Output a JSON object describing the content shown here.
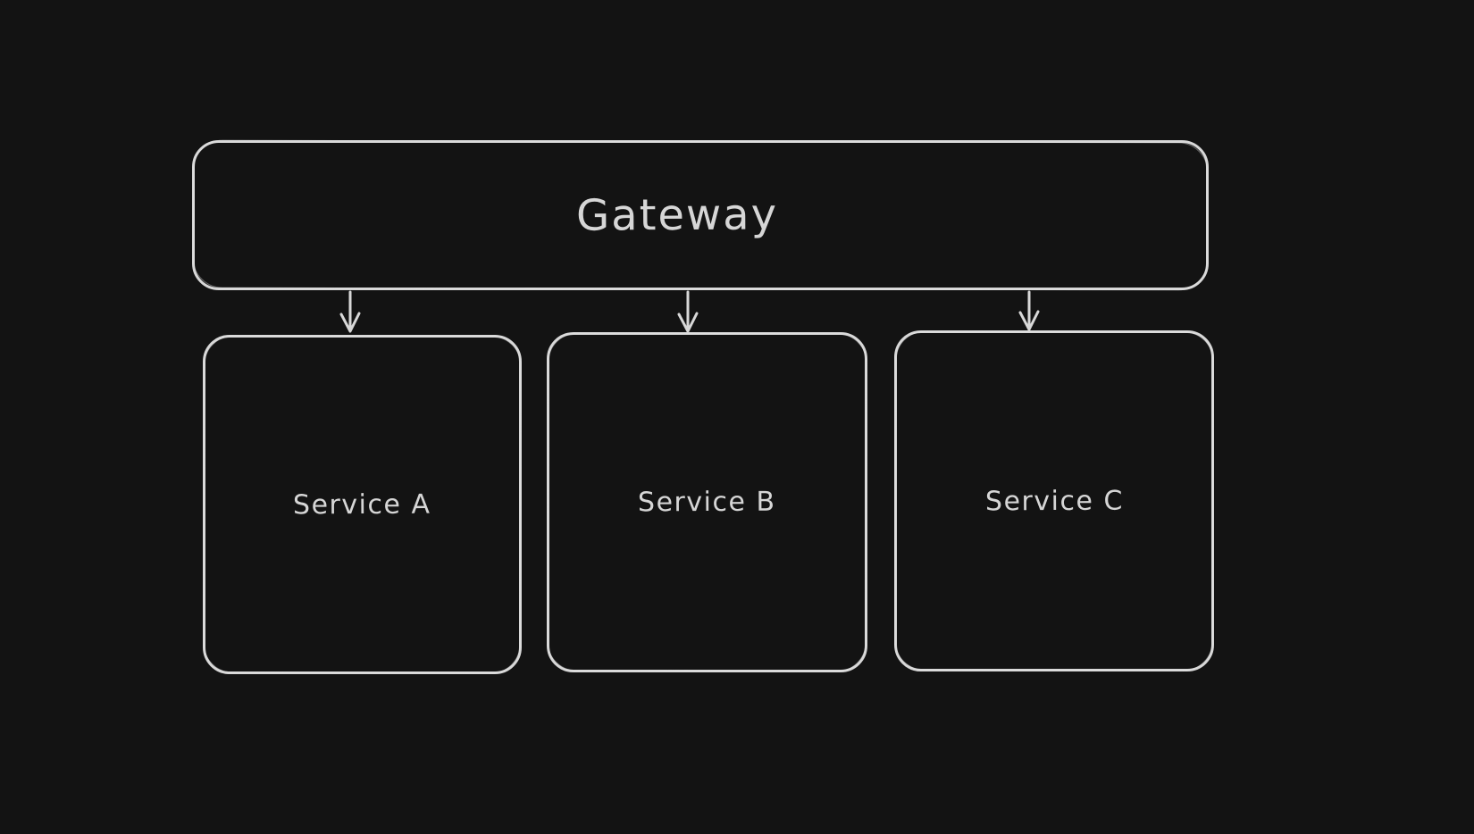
{
  "theme": {
    "background": "#131313",
    "stroke": "#d8d8d8",
    "text": "#d6d6d6"
  },
  "diagram": {
    "type": "flowchart",
    "style": "hand-drawn-dark",
    "nodes": [
      {
        "id": "gateway",
        "label": "Gateway"
      },
      {
        "id": "service-a",
        "label": "Service A"
      },
      {
        "id": "service-b",
        "label": "Service B"
      },
      {
        "id": "service-c",
        "label": "Service C"
      }
    ],
    "edges": [
      {
        "from": "gateway",
        "to": "service-a",
        "direction": "down",
        "arrowhead": "open-v"
      },
      {
        "from": "gateway",
        "to": "service-b",
        "direction": "down",
        "arrowhead": "open-v"
      },
      {
        "from": "gateway",
        "to": "service-c",
        "direction": "down",
        "arrowhead": "open-v"
      }
    ]
  }
}
